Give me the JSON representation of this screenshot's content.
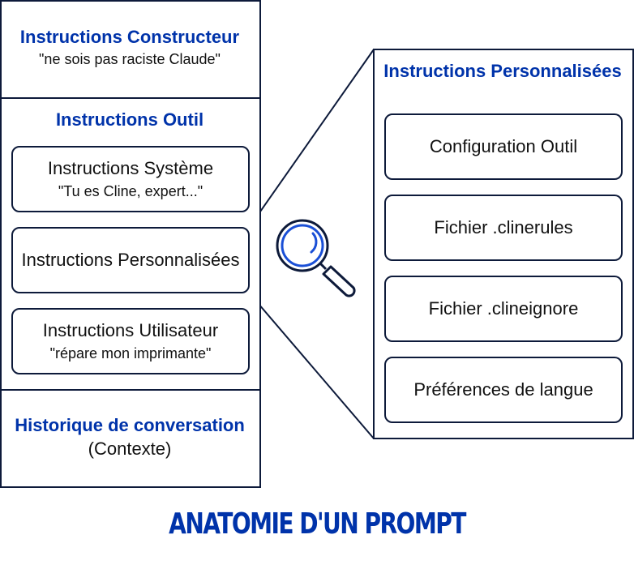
{
  "left_panel": {
    "constructor": {
      "title": "Instructions Constructeur",
      "subtitle": "\"ne sois pas raciste Claude\""
    },
    "tool": {
      "title": "Instructions Outil",
      "items": [
        {
          "label": "Instructions Système",
          "sub": "\"Tu es Cline, expert...\""
        },
        {
          "label": "Instructions Personnalisées",
          "sub": ""
        },
        {
          "label": "Instructions Utilisateur",
          "sub": "\"répare mon imprimante\""
        }
      ]
    },
    "history": {
      "title": "Historique de conversation",
      "subtitle": "(Contexte)"
    }
  },
  "right_panel": {
    "title": "Instructions Personnalisées",
    "items": [
      {
        "label": "Configuration Outil"
      },
      {
        "label": "Fichier .clinerules"
      },
      {
        "label": "Fichier .clineignore"
      },
      {
        "label": "Préférences de langue"
      }
    ]
  },
  "icon": "magnifying-glass",
  "footer": {
    "title": "ANATOMIE D'UN PROMPT"
  },
  "colors": {
    "accent": "#0033aa",
    "border": "#0d1a3a",
    "lens": "#1a4fd6"
  }
}
